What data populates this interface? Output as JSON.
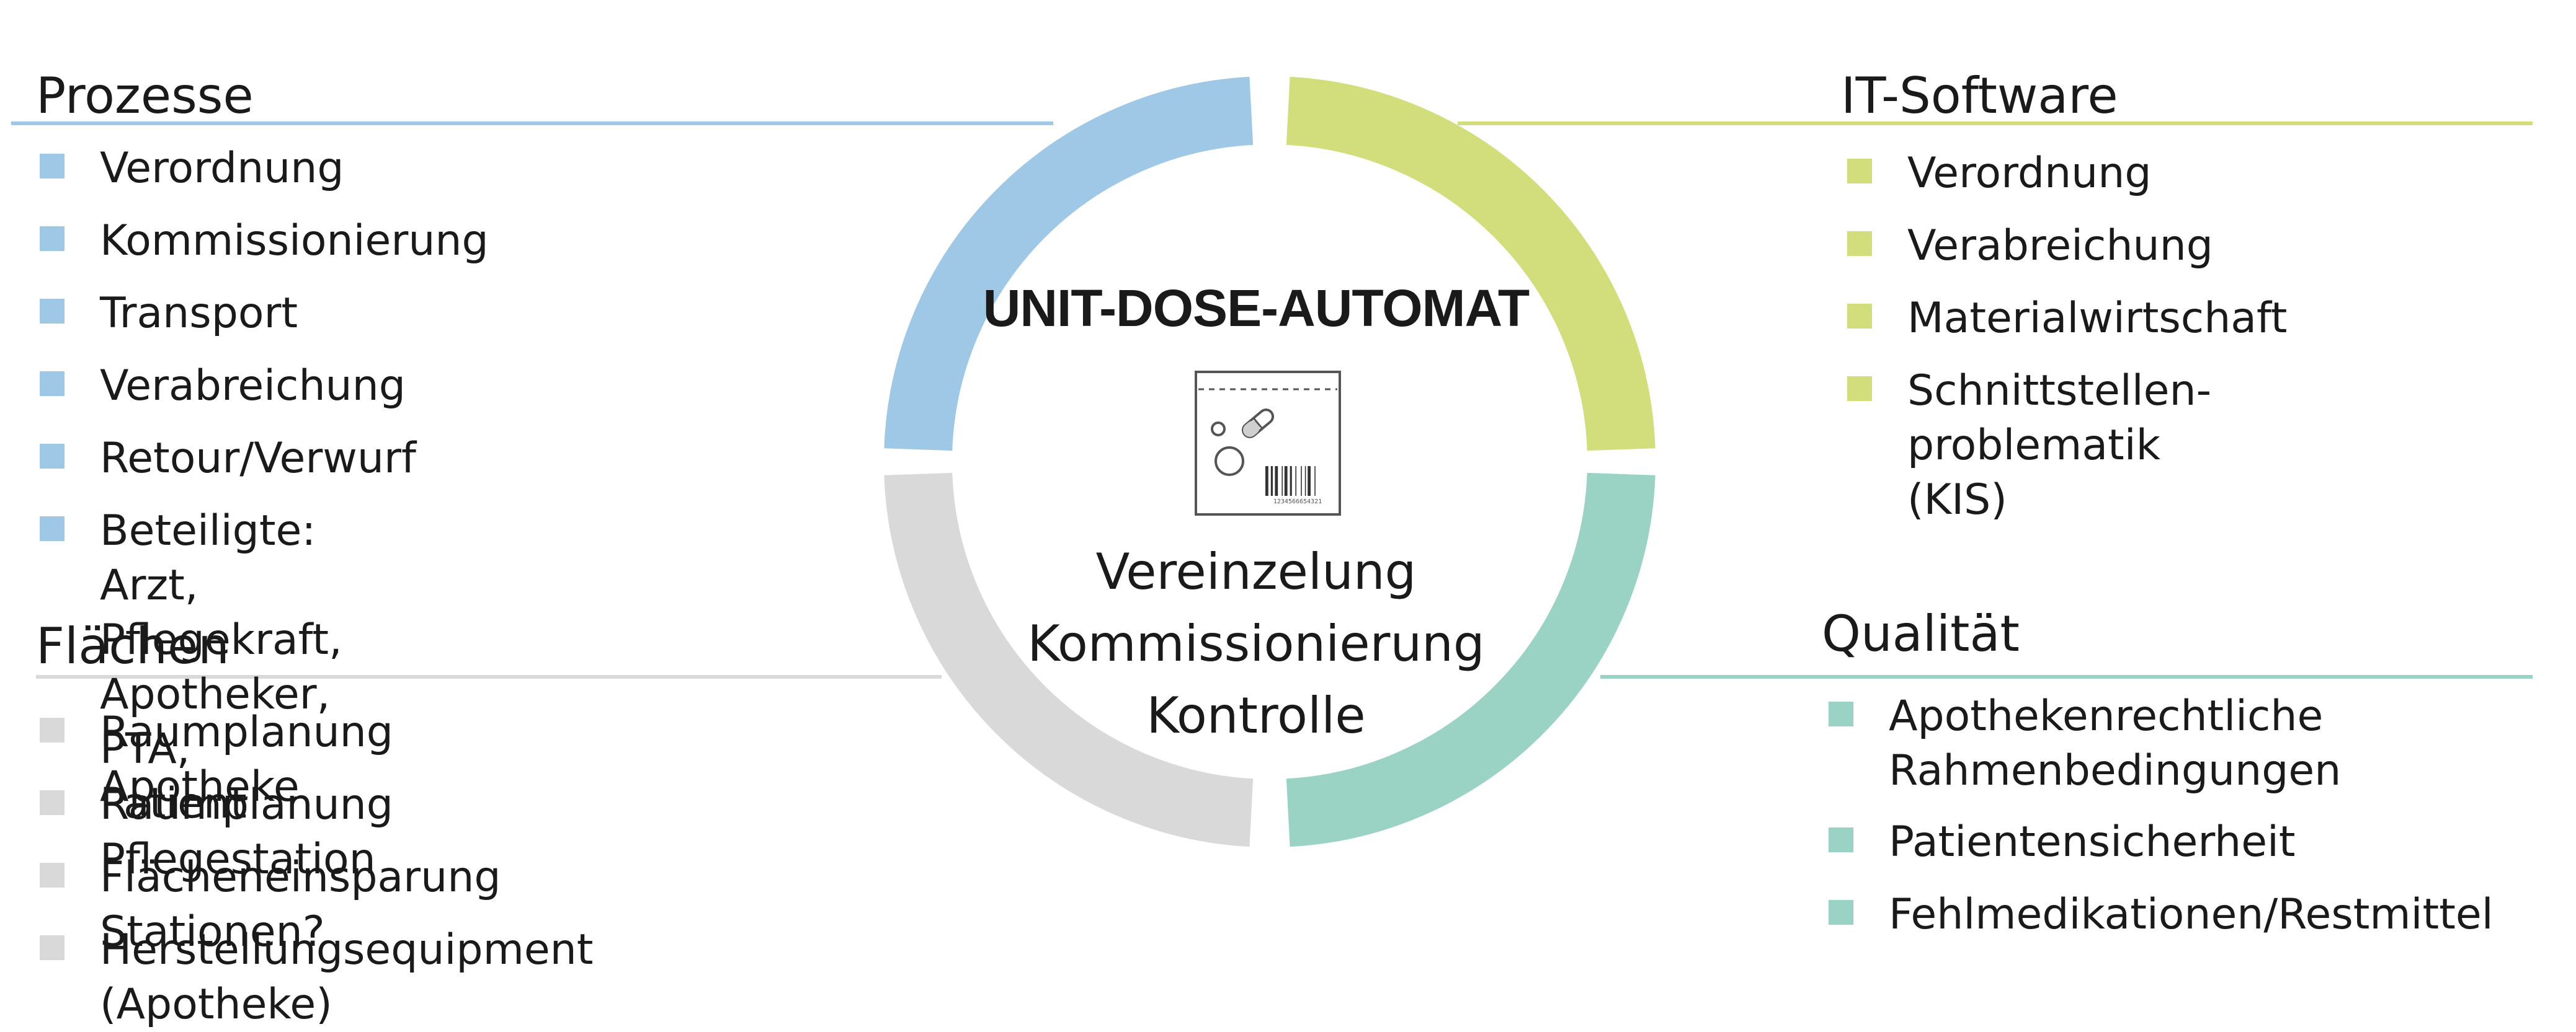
{
  "colors": {
    "prozesse": "#9ec8e6",
    "it_software": "#d2de7c",
    "qualitaet": "#9ad3c3",
    "flaechen": "#d9d9d9",
    "text": "#1a1a1a",
    "icon_stroke": "#555555"
  },
  "center": {
    "title": "UNIT-DOSE-AUTOMAT",
    "lines": [
      "Vereinzelung",
      "Kommissionierung",
      "Kontrolle"
    ],
    "icon": "unit-dose-pouch-icon",
    "barcode_number": "1234566654321"
  },
  "sections": {
    "prozesse": {
      "title": "Prozesse",
      "items": [
        "Verordnung",
        "Kommissionierung",
        "Transport",
        "Verabreichung",
        "Retour/Verwurf",
        "Beteiligte: Arzt, Pflegekraft,\nApotheker, PTA, Patient"
      ]
    },
    "flaechen": {
      "title": "Flächen",
      "items": [
        "Raumplanung Apotheke",
        "Raumplanung Pflegestation",
        "Flächeneinsparung Stationen?",
        "Herstellungsequipment (Apotheke)"
      ]
    },
    "it_software": {
      "title": "IT-Software",
      "items": [
        "Verordnung",
        "Verabreichung",
        "Materialwirtschaft",
        "Schnittstellen-\nproblematik (KIS)"
      ]
    },
    "qualitaet": {
      "title": "Qualität",
      "items": [
        "Apothekenrechtliche\nRahmenbedingungen",
        "Patientensicherheit",
        "Fehlmedikationen/Restmittel"
      ]
    }
  }
}
